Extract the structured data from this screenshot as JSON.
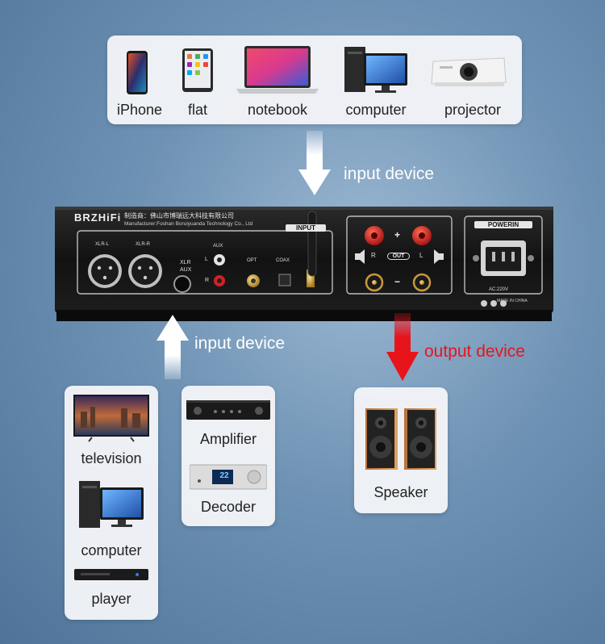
{
  "top_sources": [
    {
      "label": "iPhone"
    },
    {
      "label": "flat"
    },
    {
      "label": "notebook"
    },
    {
      "label": "computer"
    },
    {
      "label": "projector"
    }
  ],
  "captions": {
    "input_top": "input device",
    "input_bottom": "input device",
    "output": "output device"
  },
  "amp": {
    "brand": "BRZHiFi",
    "manufacturer_cn": "制造商：佛山市博瑞远大科技有限公司",
    "manufacturer_en": "Manufacturer:Foshan Boruiyuanda Technology Co., Ltd",
    "input_section_label": "INPUT",
    "xlr_l": "XLR-L",
    "xlr_r": "XLR-R",
    "switch_xlr": "XLR",
    "switch_aux": "AUX",
    "aux_label": "AUX",
    "aux_l": "L",
    "aux_r": "R",
    "opt_label": "OPT",
    "coax_label": "COAX",
    "out_label": "OUT",
    "out_r": "R",
    "out_l": "L",
    "plus": "+",
    "minus": "−",
    "power_label": "POWERIN",
    "ac_label": "AC:220V",
    "made_in": "MADE IN CHINA"
  },
  "bottom_sources": [
    {
      "label": "television"
    },
    {
      "label": "computer"
    },
    {
      "label": "player"
    }
  ],
  "mid_sources": [
    {
      "label": "Amplifier"
    },
    {
      "label": "Decoder"
    }
  ],
  "decoder_display": "22",
  "outputs": [
    {
      "label": "Speaker"
    }
  ],
  "colors": {
    "input_arrow": "#ffffff",
    "output_arrow": "#e8141b",
    "output_text": "#e8141b",
    "panel": "#151515",
    "terminal_red": "#d6181c"
  }
}
